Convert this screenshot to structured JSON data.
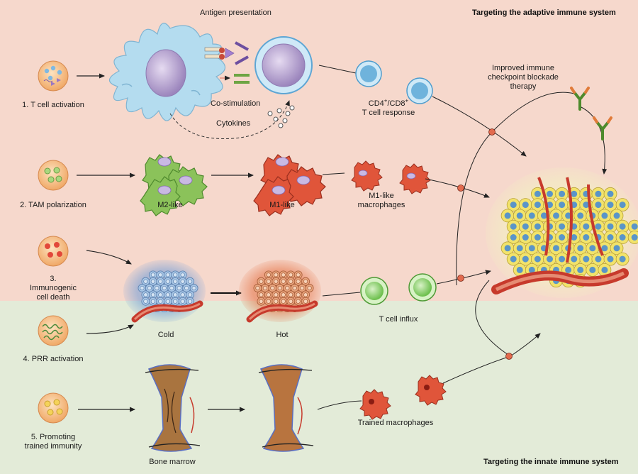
{
  "headers": {
    "adaptive": "Targeting the adaptive immune system",
    "innate": "Targeting the innate immune system"
  },
  "strategies": [
    {
      "label": "1. T cell activation"
    },
    {
      "label": "2. TAM polarization"
    },
    {
      "label": "3. Immunogenic cell death"
    },
    {
      "label": "4. PRR activation"
    },
    {
      "label": "5. Promoting trained immunity"
    }
  ],
  "labels": {
    "antigen_presentation": "Antigen presentation",
    "co_stimulation": "Co-stimulation",
    "cytokines": "Cytokines",
    "cd4": "CD4",
    "cd8": "/CD8",
    "sup_plus": "+",
    "t_cell_response": "T cell response",
    "improved_checkpoint": "Improved immune checkpoint blockade therapy",
    "m2_like": "M2-like",
    "m1_like": "M1-like",
    "m1_macrophages": "M1-like macrophages",
    "cold": "Cold",
    "hot": "Hot",
    "t_cell_influx": "T cell influx",
    "bone_marrow": "Bone marrow",
    "trained_macrophages": "Trained macrophages"
  },
  "colors": {
    "adaptive_bg": "#f6d8cc",
    "innate_bg": "#e3ebd8",
    "dendritic_cell": "#b4dcef",
    "dendritic_nucleus": "#b9a6cf",
    "t_cell": "#6fb3dc",
    "t_cell_influx": "#8ed46f",
    "m2": "#8bc25a",
    "m1": "#e0553a",
    "tumor_cell": "#f2e36b",
    "tumor_nucleus": "#5a95c8",
    "antibody": "#6b9c3a",
    "node": "#e26a4e",
    "vessel": "#c73a2c",
    "bone": "#a9743f"
  },
  "icons": [
    "nanoparticle-icon",
    "antibody-icon",
    "dendritic-cell-icon",
    "t-cell-icon",
    "macrophage-icon",
    "tumor-icon",
    "blood-vessel-icon",
    "bone-icon"
  ]
}
